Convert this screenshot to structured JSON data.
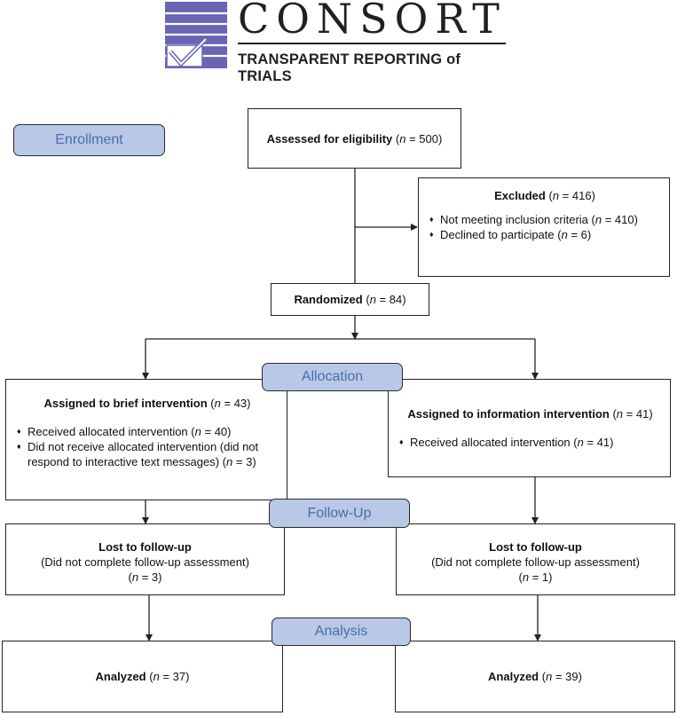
{
  "logo": {
    "wordmark": "CONSORT",
    "tagline": "TRANSPARENT REPORTING of TRIALS",
    "colors": {
      "mark": "#6a64b5",
      "text": "#231f20"
    }
  },
  "stages": {
    "enrollment": "Enrollment",
    "allocation": "Allocation",
    "follow_up": "Follow-Up",
    "analysis": "Analysis"
  },
  "assessed": {
    "label": "Assessed for eligibility",
    "n": "500"
  },
  "excluded": {
    "label": "Excluded",
    "n": "416",
    "reasons": [
      {
        "text": "Not meeting inclusion criteria",
        "n": "410"
      },
      {
        "text": "Declined to participate",
        "n": "6"
      }
    ]
  },
  "randomized": {
    "label": "Randomized",
    "n": "84"
  },
  "arm_left": {
    "assigned": {
      "label": "Assigned to brief intervention",
      "n": "43"
    },
    "received": {
      "text": "Received allocated intervention",
      "n": "40"
    },
    "not_received": {
      "text": "Did not receive allocated intervention (did not respond to interactive text messages)",
      "n": "3"
    },
    "lost": {
      "label": "Lost to follow-up",
      "reason": "(Did not complete follow-up assessment)",
      "n": "3"
    },
    "analyzed": {
      "label": "Analyzed",
      "n": "37"
    }
  },
  "arm_right": {
    "assigned": {
      "label": "Assigned to information intervention",
      "n": "41"
    },
    "received": {
      "text": "Received allocated intervention",
      "n": "41"
    },
    "lost": {
      "label": "Lost to follow-up",
      "reason": "(Did not complete follow-up assessment)",
      "n": "1"
    },
    "analyzed": {
      "label": "Analyzed",
      "n": "39"
    }
  },
  "colors": {
    "stage_fill": "#b9c8e6",
    "stage_text": "#4a6ea8",
    "line": "#222222"
  }
}
